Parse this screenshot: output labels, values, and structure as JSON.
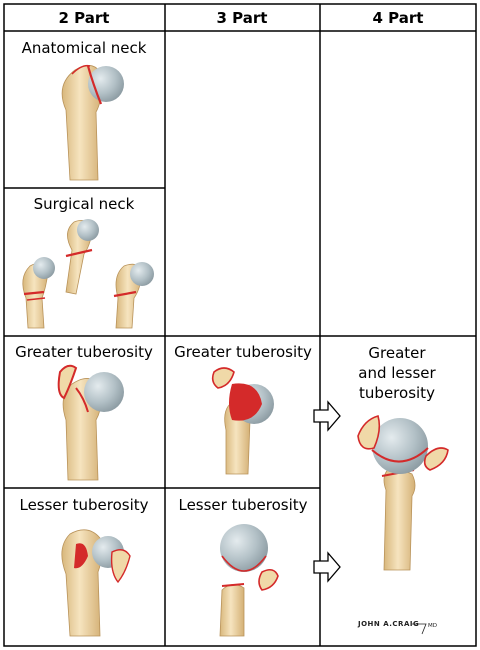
{
  "headers": {
    "col1": "2 Part",
    "col2": "3 Part",
    "col3": "4 Part"
  },
  "cells": {
    "anatomical_neck": "Anatomical neck",
    "surgical_neck": "Surgical neck",
    "greater_tuberosity_2": "Greater tuberosity",
    "greater_tuberosity_3": "Greater tuberosity",
    "four_part_line1": "Greater",
    "four_part_line2": "and lesser",
    "four_part_line3": "tuberosity",
    "lesser_tuberosity_2": "Lesser tuberosity",
    "lesser_tuberosity_3": "Lesser tuberosity"
  },
  "signature": "JOHN A.CRAIG MD",
  "colors": {
    "border": "#000000",
    "bone": "#efd7a6",
    "bone_shade": "#cfae72",
    "head": "#b3c0c6",
    "fracture": "#d42a2a"
  }
}
